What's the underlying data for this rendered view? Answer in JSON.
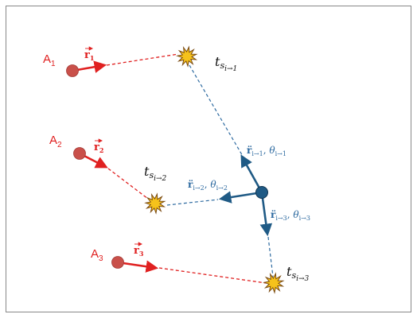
{
  "colors": {
    "red": "#e02020",
    "red_dot": "#c9504a",
    "blue": "#1f5a85",
    "blue_text": "#2d6aa0",
    "burst_fill": "#f5c21b",
    "burst_stroke": "#7a4a10",
    "frame": "#888888"
  },
  "agents": [
    {
      "label": "A",
      "index": "1",
      "vel_base": "r",
      "vel_sub": "1"
    },
    {
      "label": "A",
      "index": "2",
      "vel_base": "r",
      "vel_sub": "2"
    },
    {
      "label": "A",
      "index": "3",
      "vel_base": "r",
      "vel_sub": "3"
    }
  ],
  "events": [
    {
      "t": "t",
      "s": "s",
      "sub": "i→1"
    },
    {
      "t": "t",
      "s": "s",
      "sub": "i→2"
    },
    {
      "t": "t",
      "s": "s",
      "sub": "i→3"
    }
  ],
  "center_labels": [
    {
      "r": "r̈",
      "r_sub": "i→1",
      "theta": "θ",
      "theta_sub": "i→1"
    },
    {
      "r": "r̈",
      "r_sub": "i→2",
      "theta": "θ",
      "theta_sub": "i→2"
    },
    {
      "r": "r̈",
      "r_sub": "i→3",
      "theta": "θ",
      "theta_sub": "i→3"
    }
  ]
}
